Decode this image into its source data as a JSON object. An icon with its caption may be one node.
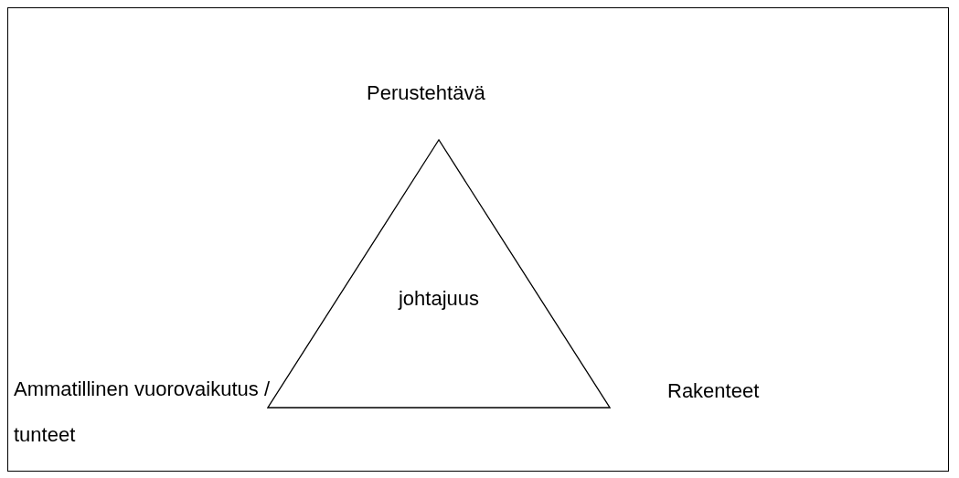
{
  "diagram": {
    "nodes": [
      {
        "text": [
          "johtajuus"
        ]
      }
    ],
    "labels": [
      "Perustehtävä",
      "Ammatillinen vuorovaikutus / tunteet",
      "Rakenteet"
    ]
  }
}
